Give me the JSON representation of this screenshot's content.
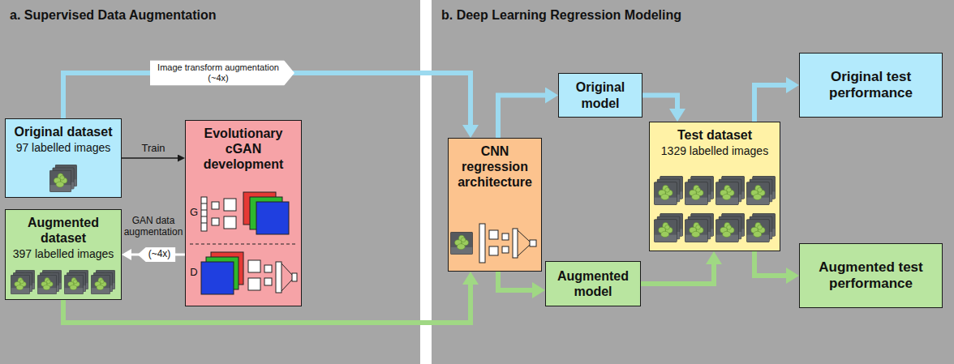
{
  "diagram": {
    "nodes": [
      {
        "text": [
          "a. Supervised Data Augmentation"
        ]
      },
      {
        "text": [
          "Original dataset",
          "97 labelled images"
        ],
        "in": 0
      },
      {
        "text": [
          "Evolutionary cGAN development"
        ],
        "in": 0
      },
      {
        "text": [
          "Augmented dataset",
          "397 labelled images"
        ],
        "in": 0
      },
      {
        "text": [
          "b. Deep Learning Regression Modeling"
        ]
      },
      {
        "text": [
          "CNN regression architecture"
        ],
        "in": 4
      },
      {
        "text": [
          "Original model"
        ],
        "in": 4
      },
      {
        "text": [
          "Test dataset",
          "1329 labelled images"
        ],
        "in": 4
      },
      {
        "text": [
          "Augmented model"
        ],
        "in": 4
      },
      {
        "text": [
          "Original test performance"
        ],
        "in": 4
      },
      {
        "text": [
          "Augmented test performance"
        ],
        "in": 4
      }
    ],
    "edges": [
      {
        "from": 1,
        "to": 2,
        "label": "Train",
        "arrow": "to"
      },
      {
        "from": 2,
        "to": 3,
        "label": "(~4x)",
        "arrow": "to"
      },
      {
        "from": 1,
        "to": 5,
        "label": "Image transform augmentation (~4x)",
        "arrow": "to"
      },
      {
        "from": 3,
        "to": 5,
        "arrow": "to"
      },
      {
        "from": 5,
        "to": 6,
        "arrow": "to"
      },
      {
        "from": 5,
        "to": 8,
        "arrow": "to"
      },
      {
        "from": 6,
        "to": 7,
        "arrow": "to"
      },
      {
        "from": 8,
        "to": 7,
        "arrow": "to"
      },
      {
        "from": 7,
        "to": 9,
        "arrow": "to"
      },
      {
        "from": 7,
        "to": 10,
        "arrow": "to"
      }
    ],
    "labels": [
      "GAN data augmentation",
      "G",
      "D"
    ]
  }
}
